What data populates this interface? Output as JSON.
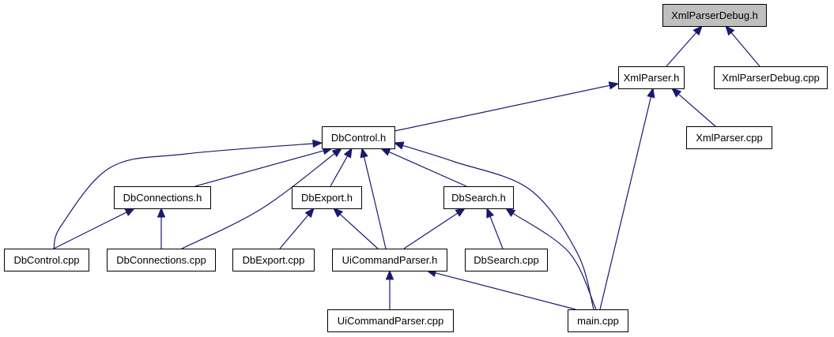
{
  "graph": {
    "nodes": [
      {
        "id": "xmlparserdebug_h",
        "label": "XmlParserDebug.h",
        "highlighted": true
      },
      {
        "id": "xmlparser_h",
        "label": "XmlParser.h"
      },
      {
        "id": "xmlparserdebug_cpp",
        "label": "XmlParserDebug.cpp"
      },
      {
        "id": "dbcontrol_h",
        "label": "DbControl.h"
      },
      {
        "id": "xmlparser_cpp",
        "label": "XmlParser.cpp"
      },
      {
        "id": "dbconnections_h",
        "label": "DbConnections.h"
      },
      {
        "id": "dbexport_h",
        "label": "DbExport.h"
      },
      {
        "id": "dbsearch_h",
        "label": "DbSearch.h"
      },
      {
        "id": "dbcontrol_cpp",
        "label": "DbControl.cpp"
      },
      {
        "id": "dbconnections_cpp",
        "label": "DbConnections.cpp"
      },
      {
        "id": "dbexport_cpp",
        "label": "DbExport.cpp"
      },
      {
        "id": "uicommandparser_h",
        "label": "UiCommandParser.h"
      },
      {
        "id": "dbsearch_cpp",
        "label": "DbSearch.cpp"
      },
      {
        "id": "uicommandparser_cpp",
        "label": "UiCommandParser.cpp"
      },
      {
        "id": "main_cpp",
        "label": "main.cpp"
      }
    ],
    "edges": [
      {
        "from": "xmlparser_h",
        "to": "xmlparserdebug_h"
      },
      {
        "from": "xmlparserdebug_cpp",
        "to": "xmlparserdebug_h"
      },
      {
        "from": "dbcontrol_h",
        "to": "xmlparser_h"
      },
      {
        "from": "xmlparser_cpp",
        "to": "xmlparser_h"
      },
      {
        "from": "main_cpp",
        "to": "xmlparser_h"
      },
      {
        "from": "dbcontrol_cpp",
        "to": "dbcontrol_h"
      },
      {
        "from": "dbconnections_h",
        "to": "dbcontrol_h"
      },
      {
        "from": "dbconnections_cpp",
        "to": "dbcontrol_h"
      },
      {
        "from": "dbexport_h",
        "to": "dbcontrol_h"
      },
      {
        "from": "uicommandparser_h",
        "to": "dbcontrol_h"
      },
      {
        "from": "dbsearch_h",
        "to": "dbcontrol_h"
      },
      {
        "from": "main_cpp",
        "to": "dbcontrol_h"
      },
      {
        "from": "dbcontrol_cpp",
        "to": "dbconnections_h"
      },
      {
        "from": "dbconnections_cpp",
        "to": "dbconnections_h"
      },
      {
        "from": "dbexport_cpp",
        "to": "dbexport_h"
      },
      {
        "from": "uicommandparser_h",
        "to": "dbexport_h"
      },
      {
        "from": "uicommandparser_h",
        "to": "dbsearch_h"
      },
      {
        "from": "dbsearch_cpp",
        "to": "dbsearch_h"
      },
      {
        "from": "main_cpp",
        "to": "dbsearch_h"
      },
      {
        "from": "uicommandparser_cpp",
        "to": "uicommandparser_h"
      },
      {
        "from": "main_cpp",
        "to": "uicommandparser_h"
      }
    ]
  },
  "colors": {
    "edge": "#191970",
    "node_border": "#000000",
    "node_fill": "#ffffff",
    "highlight_fill": "#bfbfbf"
  }
}
